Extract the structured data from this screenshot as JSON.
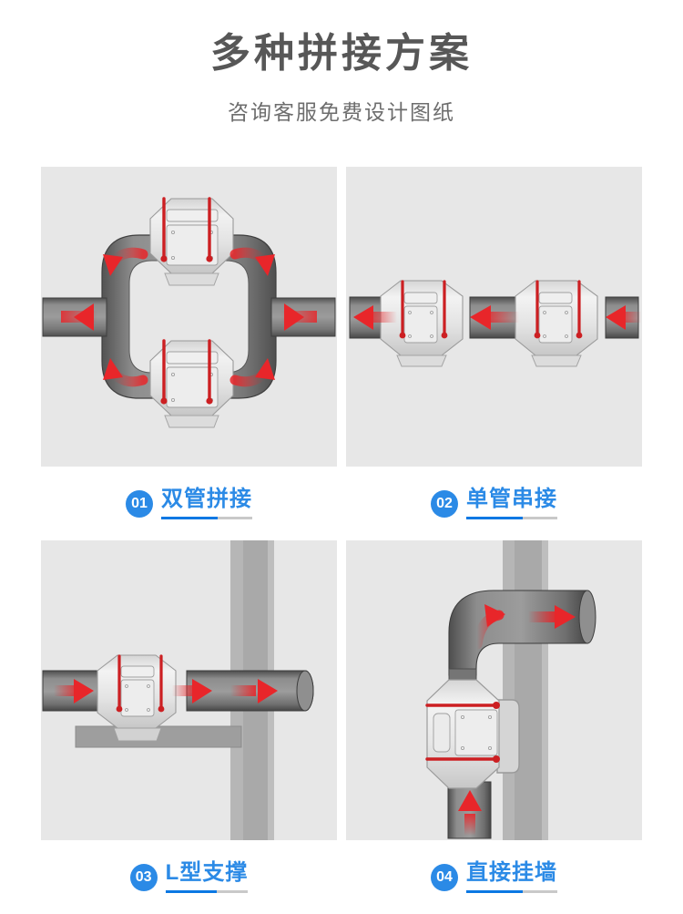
{
  "header": {
    "title": "多种拼接方案",
    "subtitle": "咨询客服免费设计图纸"
  },
  "theme": {
    "accent": "#2b8ae6",
    "underline_active": "#0b78e3",
    "underline_inactive": "#c9c9c9",
    "title_color": "#575757",
    "panel_bg": "#e7e7e7",
    "pipe_dark": "#6e6e6e",
    "fan_body": "#e4e4e4",
    "arrow_red": "#e8262a",
    "strap_red": "#cc1f22",
    "wall_gray": "#a9a9a9"
  },
  "panels": [
    {
      "number": "01",
      "label": "双管拼接",
      "diagram": "dual-pipe-loop",
      "fan_count": 2,
      "arrows": [
        "left-out",
        "left-in",
        "curve-down-left",
        "curve-up-right",
        "curve-down-right",
        "curve-up-left"
      ]
    },
    {
      "number": "02",
      "label": "单管串接",
      "diagram": "inline-series",
      "fan_count": 2,
      "arrows": [
        "left",
        "left",
        "left"
      ]
    },
    {
      "number": "03",
      "label": "L型支撑",
      "diagram": "l-bracket-support",
      "fan_count": 1,
      "arrows": [
        "right",
        "right",
        "right"
      ]
    },
    {
      "number": "04",
      "label": "直接挂墙",
      "diagram": "wall-mounted",
      "fan_count": 1,
      "arrows": [
        "up",
        "curve-right",
        "right"
      ]
    }
  ]
}
